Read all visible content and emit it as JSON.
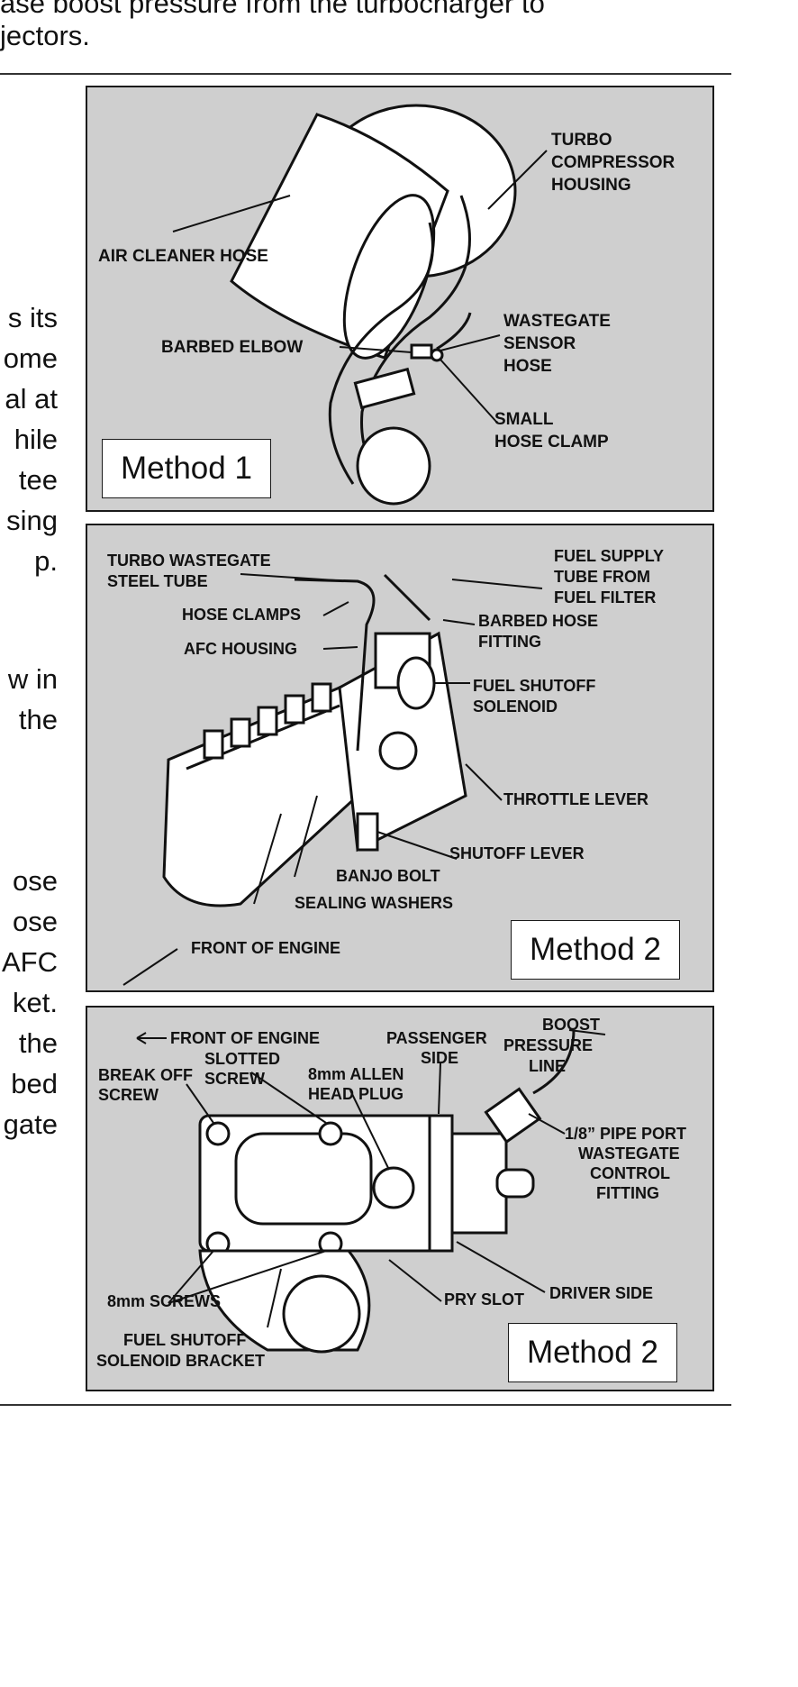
{
  "top_text": {
    "line1": "ase boost pressure from the turbocharger to",
    "line2": "jectors."
  },
  "left_fragments": {
    "group1": [
      "s its",
      "ome",
      "al at",
      "hile",
      "tee",
      "sing",
      "p."
    ],
    "group2": [
      "w in",
      "the"
    ],
    "group3": [
      "ose",
      "ose",
      "AFC",
      "ket.",
      "the",
      "bed",
      "gate"
    ]
  },
  "figure1": {
    "method": "Method 1",
    "labels": {
      "turbo1": "TURBO",
      "turbo2": "COMPRESSOR",
      "turbo3": "HOUSING",
      "air_cleaner": "AIR CLEANER HOSE",
      "barbed_elbow": "BARBED ELBOW",
      "wastegate1": "WASTEGATE",
      "wastegate2": "SENSOR",
      "wastegate3": "HOSE",
      "clamp1": "SMALL",
      "clamp2": "HOSE CLAMP"
    }
  },
  "figure2": {
    "method": "Method 2",
    "labels": {
      "turbo_tube1": "TURBO WASTEGATE",
      "turbo_tube2": "STEEL TUBE",
      "fuel_supply1": "FUEL SUPPLY",
      "fuel_supply2": "TUBE FROM",
      "fuel_supply3": "FUEL FILTER",
      "hose_clamps": "HOSE CLAMPS",
      "barbed_fitting1": "BARBED HOSE",
      "barbed_fitting2": "FITTING",
      "afc_housing": "AFC HOUSING",
      "shutoff_solenoid1": "FUEL SHUTOFF",
      "shutoff_solenoid2": "SOLENOID",
      "throttle_lever": "THROTTLE LEVER",
      "shutoff_lever": "SHUTOFF LEVER",
      "banjo_bolt": "BANJO BOLT",
      "sealing_washers": "SEALING WASHERS",
      "front_of_engine": "FRONT OF ENGINE"
    }
  },
  "figure3": {
    "method": "Method 2",
    "labels": {
      "front_of_engine": "FRONT OF ENGINE",
      "passenger1": "PASSENGER",
      "passenger2": "SIDE",
      "boost1": "BOOST",
      "boost2": "PRESSURE",
      "boost3": "LINE",
      "break_off1": "BREAK OFF",
      "break_off2": "SCREW",
      "slotted1": "SLOTTED",
      "slotted2": "SCREW",
      "allen1": "8mm ALLEN",
      "allen2": "HEAD PLUG",
      "pipe_port1": "1/8” PIPE PORT",
      "pipe_port2": "WASTEGATE",
      "pipe_port3": "CONTROL",
      "pipe_port4": "FITTING",
      "screws": "8mm SCREWS",
      "pry_slot": "PRY SLOT",
      "driver_side": "DRIVER SIDE",
      "bracket1": "FUEL SHUTOFF",
      "bracket2": "SOLENOID BRACKET"
    }
  }
}
